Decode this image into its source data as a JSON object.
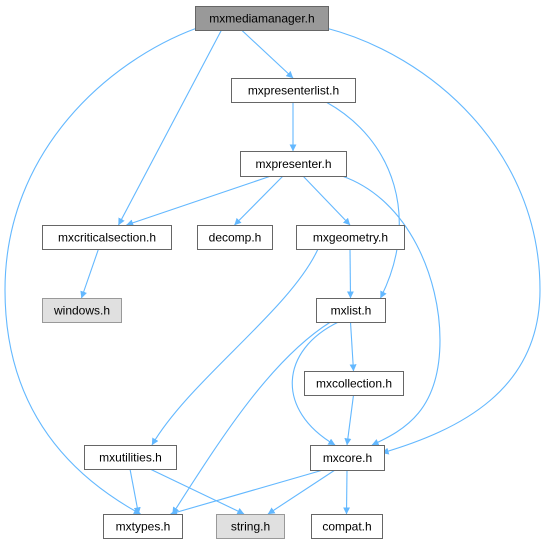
{
  "colors": {
    "edge": "#63b8ff",
    "node_border": "#666666",
    "node_fill": "#ffffff",
    "root_fill": "#999999",
    "external_fill": "#e0e0e0",
    "external_border": "#999999"
  },
  "nodes": [
    {
      "id": "mxmediamanager",
      "label": "mxmediamanager.h",
      "kind": "root"
    },
    {
      "id": "mxpresenterlist",
      "label": "mxpresenterlist.h",
      "kind": "normal"
    },
    {
      "id": "mxpresenter",
      "label": "mxpresenter.h",
      "kind": "normal"
    },
    {
      "id": "mxcriticalsection",
      "label": "mxcriticalsection.h",
      "kind": "normal"
    },
    {
      "id": "decomp",
      "label": "decomp.h",
      "kind": "normal"
    },
    {
      "id": "mxgeometry",
      "label": "mxgeometry.h",
      "kind": "normal"
    },
    {
      "id": "windows",
      "label": "windows.h",
      "kind": "external"
    },
    {
      "id": "mxlist",
      "label": "mxlist.h",
      "kind": "normal"
    },
    {
      "id": "mxcollection",
      "label": "mxcollection.h",
      "kind": "normal"
    },
    {
      "id": "mxutilities",
      "label": "mxutilities.h",
      "kind": "normal"
    },
    {
      "id": "mxcore",
      "label": "mxcore.h",
      "kind": "normal"
    },
    {
      "id": "mxtypes",
      "label": "mxtypes.h",
      "kind": "normal"
    },
    {
      "id": "string",
      "label": "string.h",
      "kind": "external"
    },
    {
      "id": "compat",
      "label": "compat.h",
      "kind": "normal"
    }
  ],
  "edges": [
    {
      "from": "mxmediamanager",
      "to": "mxpresenterlist"
    },
    {
      "from": "mxmediamanager",
      "to": "mxcriticalsection"
    },
    {
      "from": "mxmediamanager",
      "to": "mxtypes"
    },
    {
      "from": "mxmediamanager",
      "to": "mxcore"
    },
    {
      "from": "mxpresenterlist",
      "to": "mxpresenter"
    },
    {
      "from": "mxpresenterlist",
      "to": "mxlist"
    },
    {
      "from": "mxpresenter",
      "to": "mxcriticalsection"
    },
    {
      "from": "mxpresenter",
      "to": "decomp"
    },
    {
      "from": "mxpresenter",
      "to": "mxgeometry"
    },
    {
      "from": "mxpresenter",
      "to": "mxcore"
    },
    {
      "from": "mxcriticalsection",
      "to": "windows"
    },
    {
      "from": "mxgeometry",
      "to": "mxlist"
    },
    {
      "from": "mxgeometry",
      "to": "mxutilities"
    },
    {
      "from": "mxlist",
      "to": "mxcollection"
    },
    {
      "from": "mxlist",
      "to": "mxcore"
    },
    {
      "from": "mxlist",
      "to": "mxtypes"
    },
    {
      "from": "mxcollection",
      "to": "mxcore"
    },
    {
      "from": "mxutilities",
      "to": "mxtypes"
    },
    {
      "from": "mxutilities",
      "to": "string"
    },
    {
      "from": "mxcore",
      "to": "mxtypes"
    },
    {
      "from": "mxcore",
      "to": "string"
    },
    {
      "from": "mxcore",
      "to": "compat"
    }
  ]
}
